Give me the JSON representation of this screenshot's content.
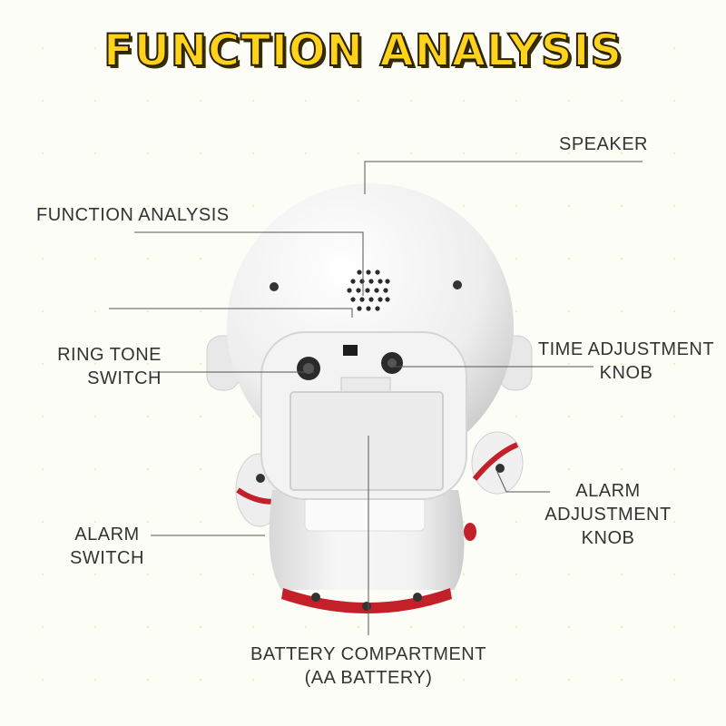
{
  "title": "FUNCTION ANALYSIS",
  "labels": {
    "speaker": "SPEAKER",
    "function_analysis": "FUNCTION ANALYSIS",
    "ring_tone_switch": [
      "RING TONE",
      "SWITCH"
    ],
    "time_adjustment_knob": [
      "TIME ADJUSTMENT",
      "KNOB"
    ],
    "alarm_adjustment_knob": [
      "ALARM",
      "ADJUSTMENT",
      "KNOB"
    ],
    "alarm_switch": [
      "ALARM",
      "SWITCH"
    ],
    "battery_compartment": [
      "BATTERY COMPARTMENT",
      "(AA BATTERY)"
    ]
  },
  "colors": {
    "title_fill": "#ffd21c",
    "body_white": "#f4f4f4",
    "trim_red": "#c4202a",
    "leader_line": "#555555"
  }
}
